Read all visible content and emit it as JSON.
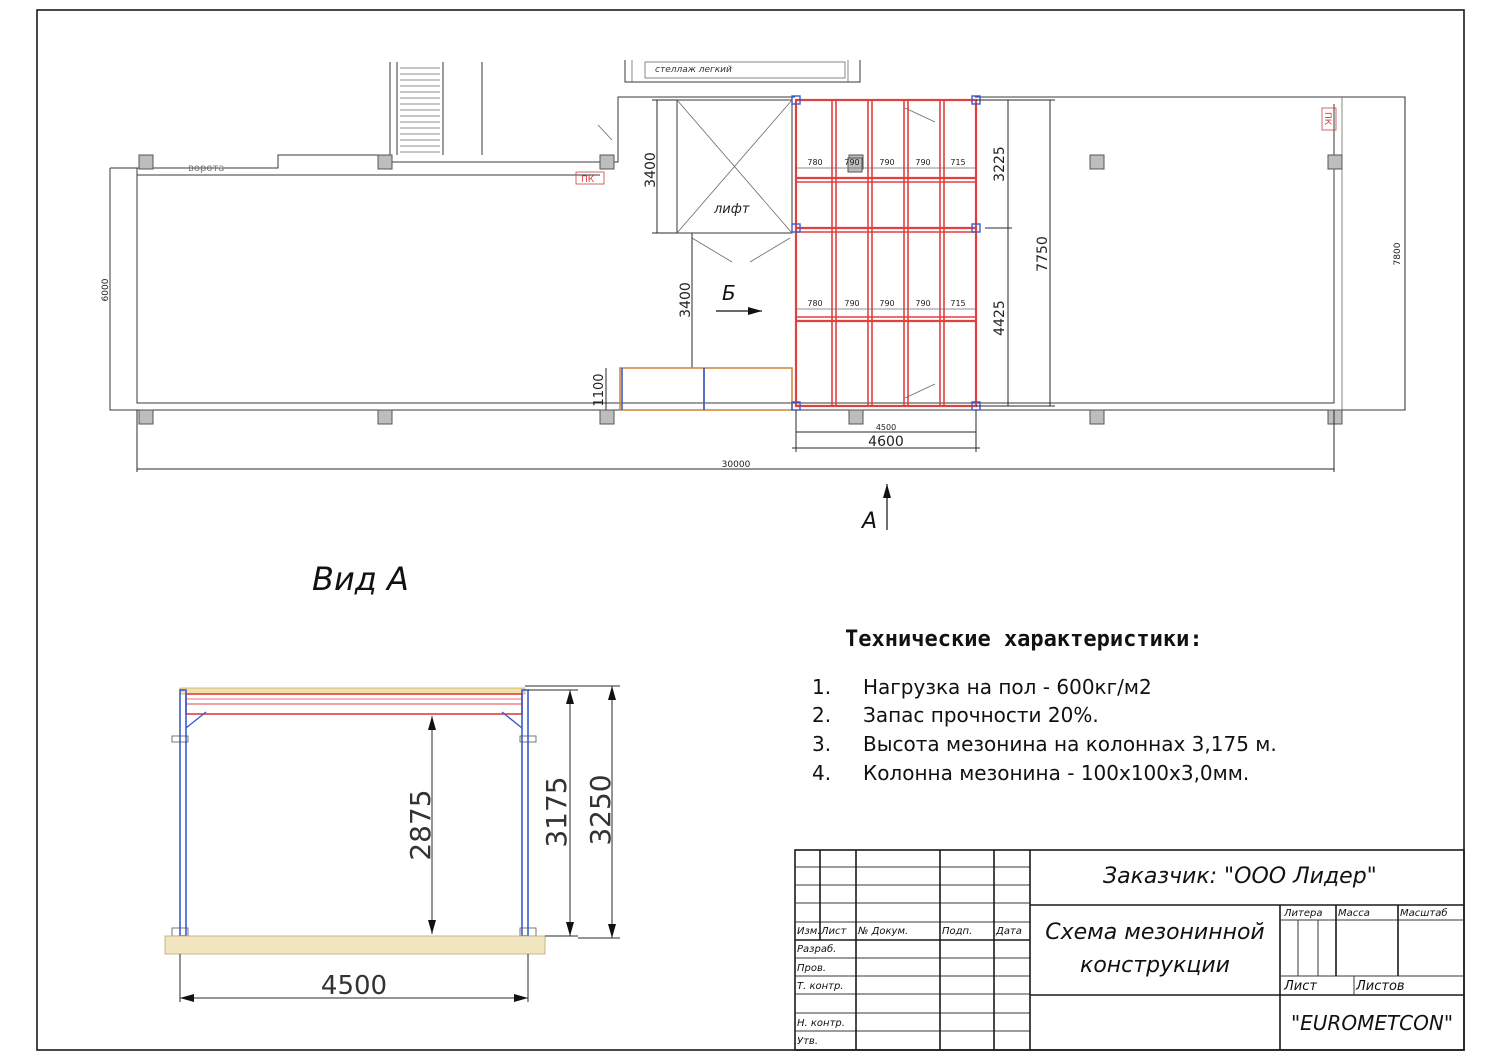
{
  "plan": {
    "labels": {
      "rack": "стеллаж легкий",
      "gates": "ворота",
      "lift": "лифт",
      "pk_left": "ПК",
      "pk_right": "ПК",
      "view_b": "Б",
      "view_a_arrow": "А"
    },
    "dims": {
      "width_total": "30000",
      "height_left": "6000",
      "height_right": "7800",
      "lift_top": "3400",
      "lift_bottom": "3400",
      "stair": "1100",
      "bay_top": "3225",
      "bay_bottom": "4425",
      "full_height": "7750",
      "inner_width": "4500",
      "outer_width": "4600",
      "spans_top": [
        "780",
        "790",
        "790",
        "790",
        "715"
      ],
      "spans_bottom": [
        "780",
        "790",
        "790",
        "790",
        "715"
      ]
    }
  },
  "view_a": {
    "title": "Вид А",
    "dim_clear": "2875",
    "dim_col": "3175",
    "dim_total": "3250",
    "dim_width": "4500"
  },
  "specs": {
    "title": "Технические характеристики:",
    "items": [
      {
        "num": "1.",
        "text": "Нагрузка на пол - 600кг/м2"
      },
      {
        "num": "2.",
        "text": "Запас прочности 20%."
      },
      {
        "num": "3.",
        "text": "Высота мезонина на колоннах 3,175 м."
      },
      {
        "num": "4.",
        "text": "Колонна мезонина - 100х100х3,0мм."
      }
    ]
  },
  "titleblock": {
    "customer": "Заказчик: \"ООО Лидер\"",
    "drawing_title_1": "Схема мезонинной",
    "drawing_title_2": "конструкции",
    "company": "\"EUROMETCON\"",
    "col_izm": "Изм.",
    "col_list": "Лист",
    "col_docnum": "№ Докум.",
    "col_sign": "Подп.",
    "col_date": "Дата",
    "row_razrab": "Разраб.",
    "row_prov": "Пров.",
    "row_tkontr": "Т. контр.",
    "row_nkontr": "Н. контр.",
    "row_utv": "Утв.",
    "litera": "Литера",
    "massa": "Масса",
    "masshtab": "Масштаб",
    "list": "Лист",
    "listov": "Листов"
  },
  "colors": {
    "frame": "#e04040",
    "column": "#3a5bd0",
    "stair": "#d08a40",
    "line": "#2a2a2a"
  }
}
